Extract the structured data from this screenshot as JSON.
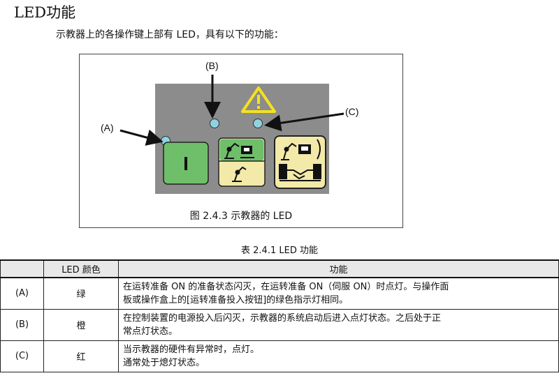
{
  "heading": "LED功能",
  "intro": "示教器上的各操作键上部有 LED，具有以下的功能：",
  "figure": {
    "caption": "图  2.4.3   示教器的 LED",
    "labels": {
      "a": "(A)",
      "b": "(B)",
      "c": "(C)"
    },
    "button_glyph": "I",
    "colors": {
      "panel": "#8c8c8c",
      "led": "#8fd3e0",
      "green_button": "#6fbe6a",
      "yellow_button": "#f3e9a8",
      "warning": "#f4e21c"
    },
    "icons": [
      "warning-icon",
      "robot-teach-icon",
      "robot-handshake-icon"
    ]
  },
  "table": {
    "caption": "表  2.4.1    LED 功能",
    "headers": [
      "",
      "LED 颜色",
      "功能"
    ],
    "rows": [
      {
        "id": "(A)",
        "color": "绿",
        "lines": [
          "在运转准备 ON 的准备状态闪灭，在运转准备 ON（伺服 ON）时点灯。与操作面",
          "板或操作盒上的[运转准备投入按钮]的绿色指示灯相同。"
        ]
      },
      {
        "id": "(B)",
        "color": "橙",
        "lines": [
          "在控制装置的电源投入后闪灭，示教器的系统启动后进入点灯状态。之后处于正",
          "常点灯状态。"
        ]
      },
      {
        "id": "(C)",
        "color": "红",
        "lines": [
          "当示教器的硬件有异常时，点灯。",
          "通常处于熄灯状态。"
        ]
      }
    ]
  }
}
